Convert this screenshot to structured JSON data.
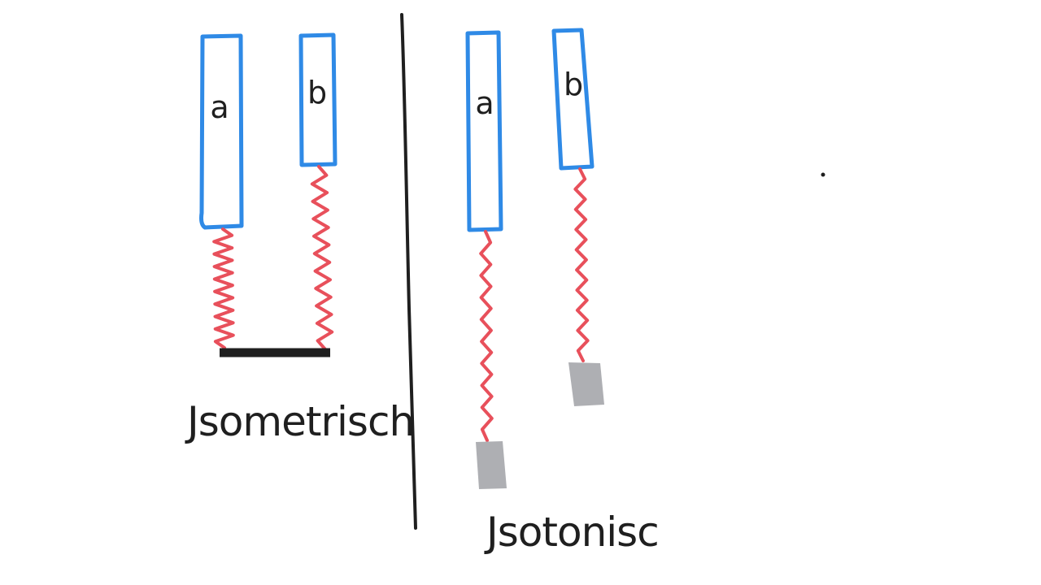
{
  "isometric": {
    "caption": "Jsometrisch",
    "muscle_a_label": "a",
    "muscle_b_label": "b"
  },
  "isotonic": {
    "caption": "Jsotonisc",
    "muscle_a_label": "a",
    "muscle_b_label": "b"
  },
  "colors": {
    "muscle_outline": "#2f8ae6",
    "spring": "#e8505b",
    "weight": "#aeafb3",
    "ink": "#1f1f1f"
  }
}
